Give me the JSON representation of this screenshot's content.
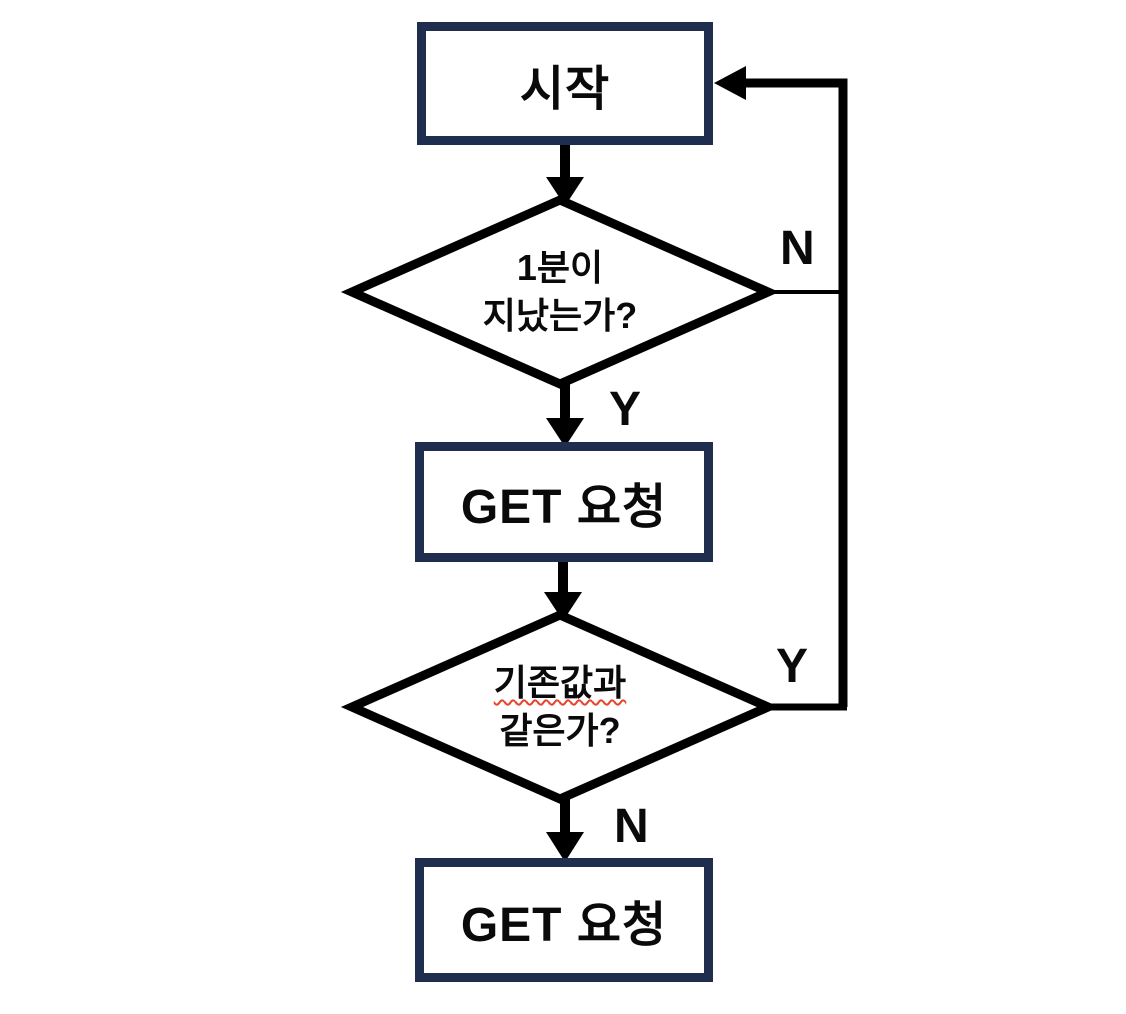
{
  "diagram": {
    "type": "flowchart",
    "background_color": "#ffffff",
    "node_border_color": "#1f2d4f",
    "connector_color": "#000000",
    "text_color": "#0a0a0a",
    "spellcheck_underline_color": "#e8432a",
    "nodes": {
      "start": {
        "type": "process",
        "label": "시작"
      },
      "decision_minute": {
        "type": "decision",
        "label_line1": "1분이",
        "label_line2": "지났는가?"
      },
      "get_request_1": {
        "type": "process",
        "label": "GET 요청"
      },
      "decision_same_value": {
        "type": "decision",
        "label_line1": "기존값과",
        "label_line2": "같은가?",
        "line1_spellcheck_underline": true
      },
      "get_request_2": {
        "type": "process",
        "label": "GET 요청"
      }
    },
    "edge_labels": {
      "decision_minute_no": "N",
      "decision_minute_yes": "Y",
      "decision_same_value_yes": "Y",
      "decision_same_value_no": "N"
    },
    "edges": [
      {
        "from": "start",
        "to": "decision_minute"
      },
      {
        "from": "decision_minute",
        "to": "start",
        "label": "N",
        "via": "right-loop"
      },
      {
        "from": "decision_minute",
        "to": "get_request_1",
        "label": "Y"
      },
      {
        "from": "get_request_1",
        "to": "decision_same_value"
      },
      {
        "from": "decision_same_value",
        "to": "start",
        "label": "Y",
        "via": "right-loop"
      },
      {
        "from": "decision_same_value",
        "to": "get_request_2",
        "label": "N"
      }
    ]
  }
}
